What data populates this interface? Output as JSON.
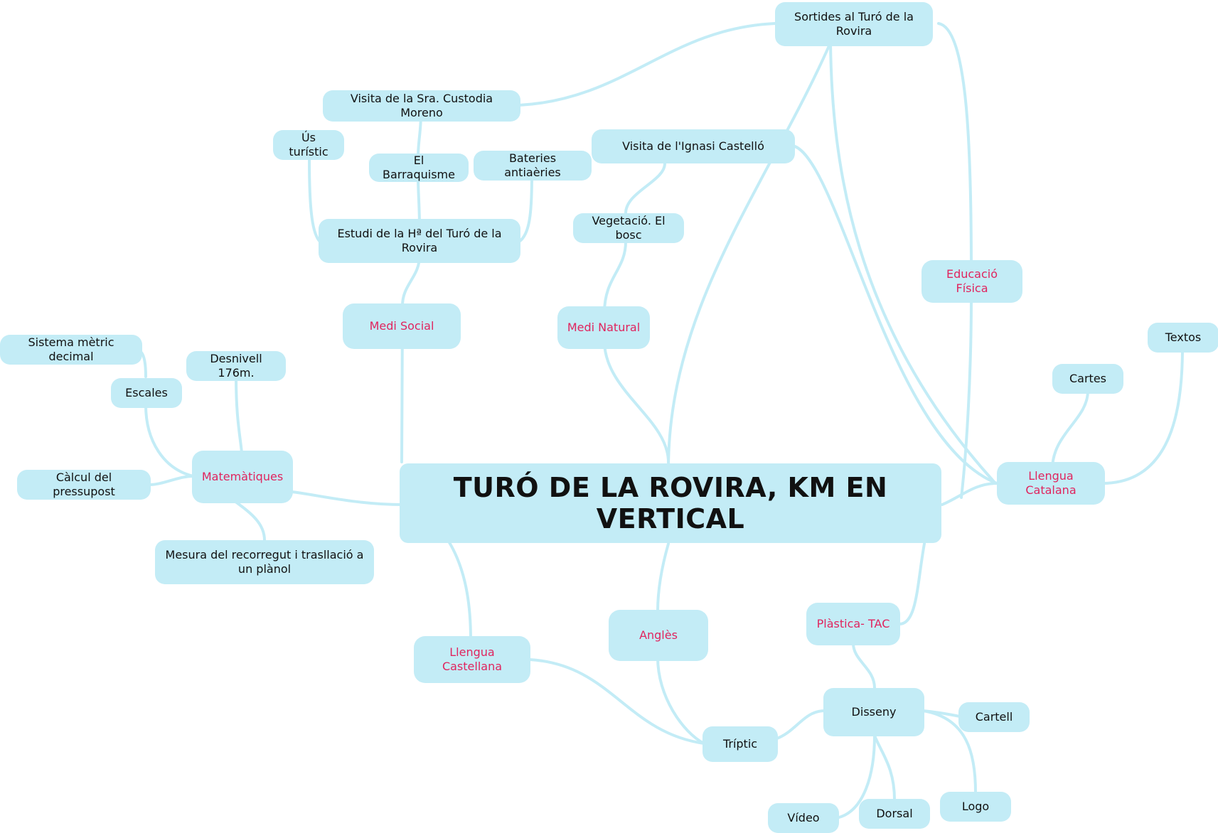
{
  "colors": {
    "node_fill": "#c3ecf6",
    "link": "#c3ecf6",
    "subject_text": "#e0245e",
    "text": "#111111"
  },
  "central": "TURÓ DE LA ROVIRA, KM EN VERTICAL",
  "subjects": {
    "medi_social": "Medi Social",
    "medi_natural": "Medi Natural",
    "educacio_fisica": "Educació Física",
    "llengua_catalana": "Llengua Catalana",
    "matematiques": "Matemàtiques",
    "llengua_castellana": "Llengua Castellana",
    "angles": "Anglès",
    "plastica_tac": "Plàstica- TAC"
  },
  "topics": {
    "sortides": "Sortides al Turó de la Rovira",
    "visita_custodia": "Visita de la Sra. Custodia Moreno",
    "us_turistic": "Ús turístic",
    "barraquisme": "El Barraquisme",
    "bateries": "Bateries antiaèries",
    "estudi_historia": "Estudi de la Hª del Turó de la Rovira",
    "visita_ignasi": "Visita de l'Ignasi Castelló",
    "vegetacio": "Vegetació. El bosc",
    "sistema_metric": "Sistema mètric decimal",
    "escales": "Escales",
    "desnivell": "Desnivell 176m.",
    "pressupost": "Càlcul del pressupost",
    "mesura": "Mesura del recorregut i trasllació a un plànol",
    "textos": "Textos",
    "cartes": "Cartes",
    "triptic": "Tríptic",
    "disseny": "Disseny",
    "cartell": "Cartell",
    "logo": "Logo",
    "dorsal": "Dorsal",
    "video": "Vídeo"
  }
}
